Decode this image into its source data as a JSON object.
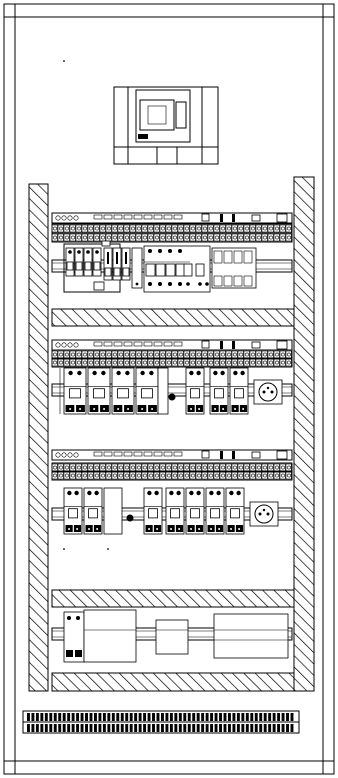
{
  "drawing": {
    "subject": "electrical-cabinet-panel-layout",
    "colors": {
      "ink": "#000000",
      "paper": "#ffffff"
    },
    "rows": [
      {
        "id": "row-1",
        "terminal_blocks": 2,
        "devices": [
          "mcb-3p",
          "mcb-1p",
          "mcb-1p",
          "mcb-1p",
          "contactor-4",
          "relay-block"
        ]
      },
      {
        "id": "row-2",
        "terminal_blocks": 2,
        "devices": [
          "breaker",
          "breaker",
          "breaker",
          "breaker",
          "breaker",
          "breaker",
          "breaker",
          "socket"
        ]
      },
      {
        "id": "row-3",
        "terminal_blocks": 2,
        "devices": [
          "breaker",
          "breaker",
          "breaker",
          "breaker",
          "breaker",
          "socket"
        ]
      },
      {
        "id": "row-4",
        "terminal_blocks": 0,
        "devices": [
          "breaker",
          "box",
          "box",
          "box"
        ]
      }
    ],
    "bottom_terminal_strip": {
      "count": 60
    }
  }
}
